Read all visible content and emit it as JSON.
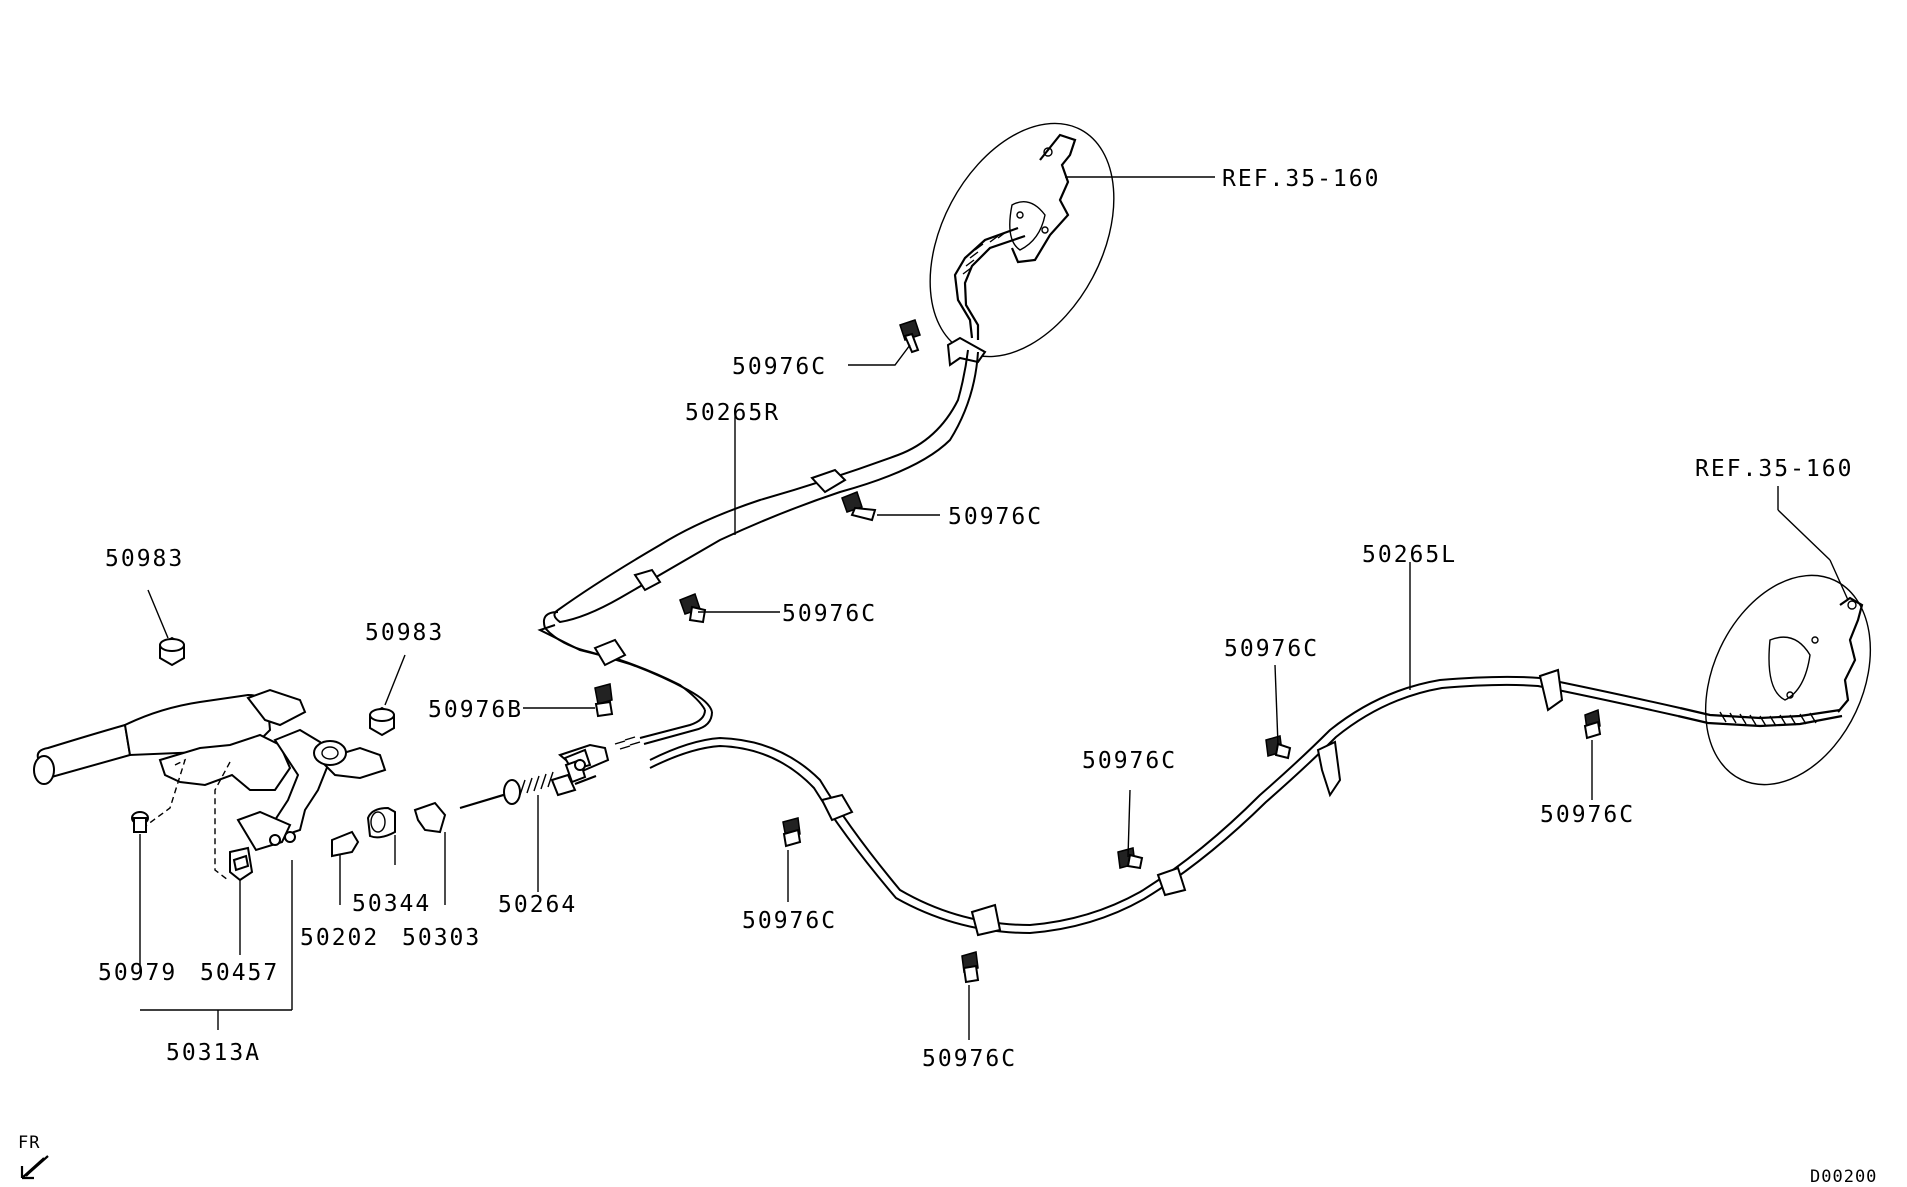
{
  "labels": {
    "ref_upper": "REF.35-160",
    "ref_lower": "REF.35-160",
    "cable_right": "50265R",
    "cable_left": "50265L",
    "bolt_c_1": "50976C",
    "bolt_c_2": "50976C",
    "bolt_c_3": "50976C",
    "bolt_c_4": "50976C",
    "bolt_c_5": "50976C",
    "bolt_c_6": "50976C",
    "bolt_c_7": "50976C",
    "bolt_c_8": "50976C",
    "bolt_b": "50976B",
    "nut_1": "50983",
    "nut_2": "50983",
    "p50979": "50979",
    "p50457": "50457",
    "p50202": "50202",
    "p50344": "50344",
    "p50303": "50303",
    "p50264": "50264",
    "assembly": "50313A",
    "front_marker": "FR",
    "diagram_code": "D00200"
  },
  "icons": [
    "front-arrow-icon"
  ]
}
